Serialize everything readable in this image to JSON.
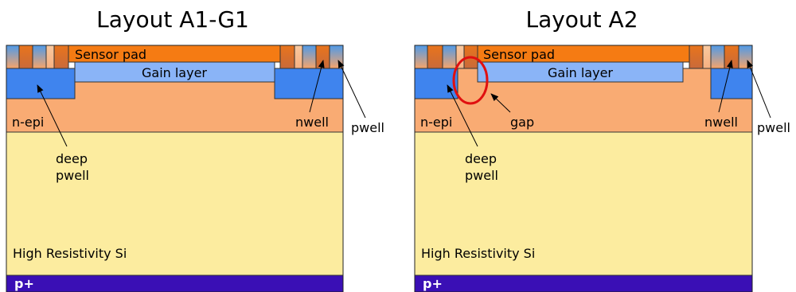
{
  "panels": [
    {
      "title": "Layout A1-G1",
      "labels": {
        "sensor_pad": "Sensor pad",
        "gain_layer": "Gain layer",
        "n_epi": "n-epi",
        "nwell": "nwell",
        "pwell": "pwell",
        "deep_pwell_line1": "deep",
        "deep_pwell_line2": "pwell",
        "substrate": "High Resistivity Si",
        "backside": "p+"
      }
    },
    {
      "title": "Layout A2",
      "labels": {
        "sensor_pad": "Sensor pad",
        "gain_layer": "Gain layer",
        "n_epi": "n-epi",
        "nwell": "nwell",
        "pwell": "pwell",
        "deep_pwell_line1": "deep",
        "deep_pwell_line2": "pwell",
        "gap": "gap",
        "substrate": "High Resistivity Si",
        "backside": "p+"
      }
    }
  ],
  "colors": {
    "substrate": "#fcec9f",
    "epi": "#f9ab73",
    "deep_pwell": "#3f84ee",
    "gain_layer": "#8ab4f7",
    "sensor_pad": "#f57b13",
    "backside": "#3a0fb5",
    "highlight": "#e01010"
  }
}
